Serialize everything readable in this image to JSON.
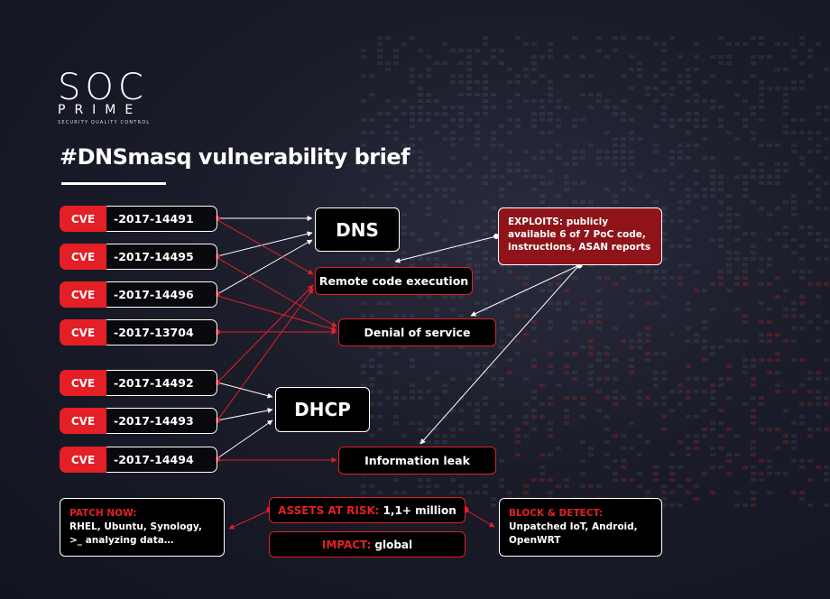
{
  "logo": {
    "main": "SOC",
    "sub": "PRIME",
    "tagline": "SECURITY QUALITY CONTROL"
  },
  "title": "#DNSmasq vulnerability brief",
  "cves": [
    {
      "tag": "CVE",
      "id": "-2017-14491"
    },
    {
      "tag": "CVE",
      "id": "-2017-14495"
    },
    {
      "tag": "CVE",
      "id": "-2017-14496"
    },
    {
      "tag": "CVE",
      "id": "-2017-13704"
    },
    {
      "tag": "CVE",
      "id": "-2017-14492"
    },
    {
      "tag": "CVE",
      "id": "-2017-14493"
    },
    {
      "tag": "CVE",
      "id": "-2017-14494"
    }
  ],
  "nodes": {
    "dns": "DNS",
    "dhcp": "DHCP",
    "rce": "Remote code execution",
    "dos": "Denial of service",
    "leak": "Information leak"
  },
  "exploits": "EXPLOITS: publicly available 6 of 7 PoC code, instructions, ASAN reports",
  "patch": {
    "header": "PATCH NOW:",
    "line1": "RHEL, Ubuntu, Synology,",
    "line2": ">_ analyzing data…"
  },
  "assets": {
    "label": "ASSETS AT RISK:",
    "value": "1,1+ million"
  },
  "impact": {
    "label": "IMPACT:",
    "value": "global"
  },
  "block": {
    "header": "BLOCK & DETECT:",
    "line1": "Unpatched IoT, Android,",
    "line2": "OpenWRT"
  },
  "colors": {
    "accent": "#e41f26",
    "exploit_fill": "#8f1419",
    "background": "#1b1c29"
  }
}
